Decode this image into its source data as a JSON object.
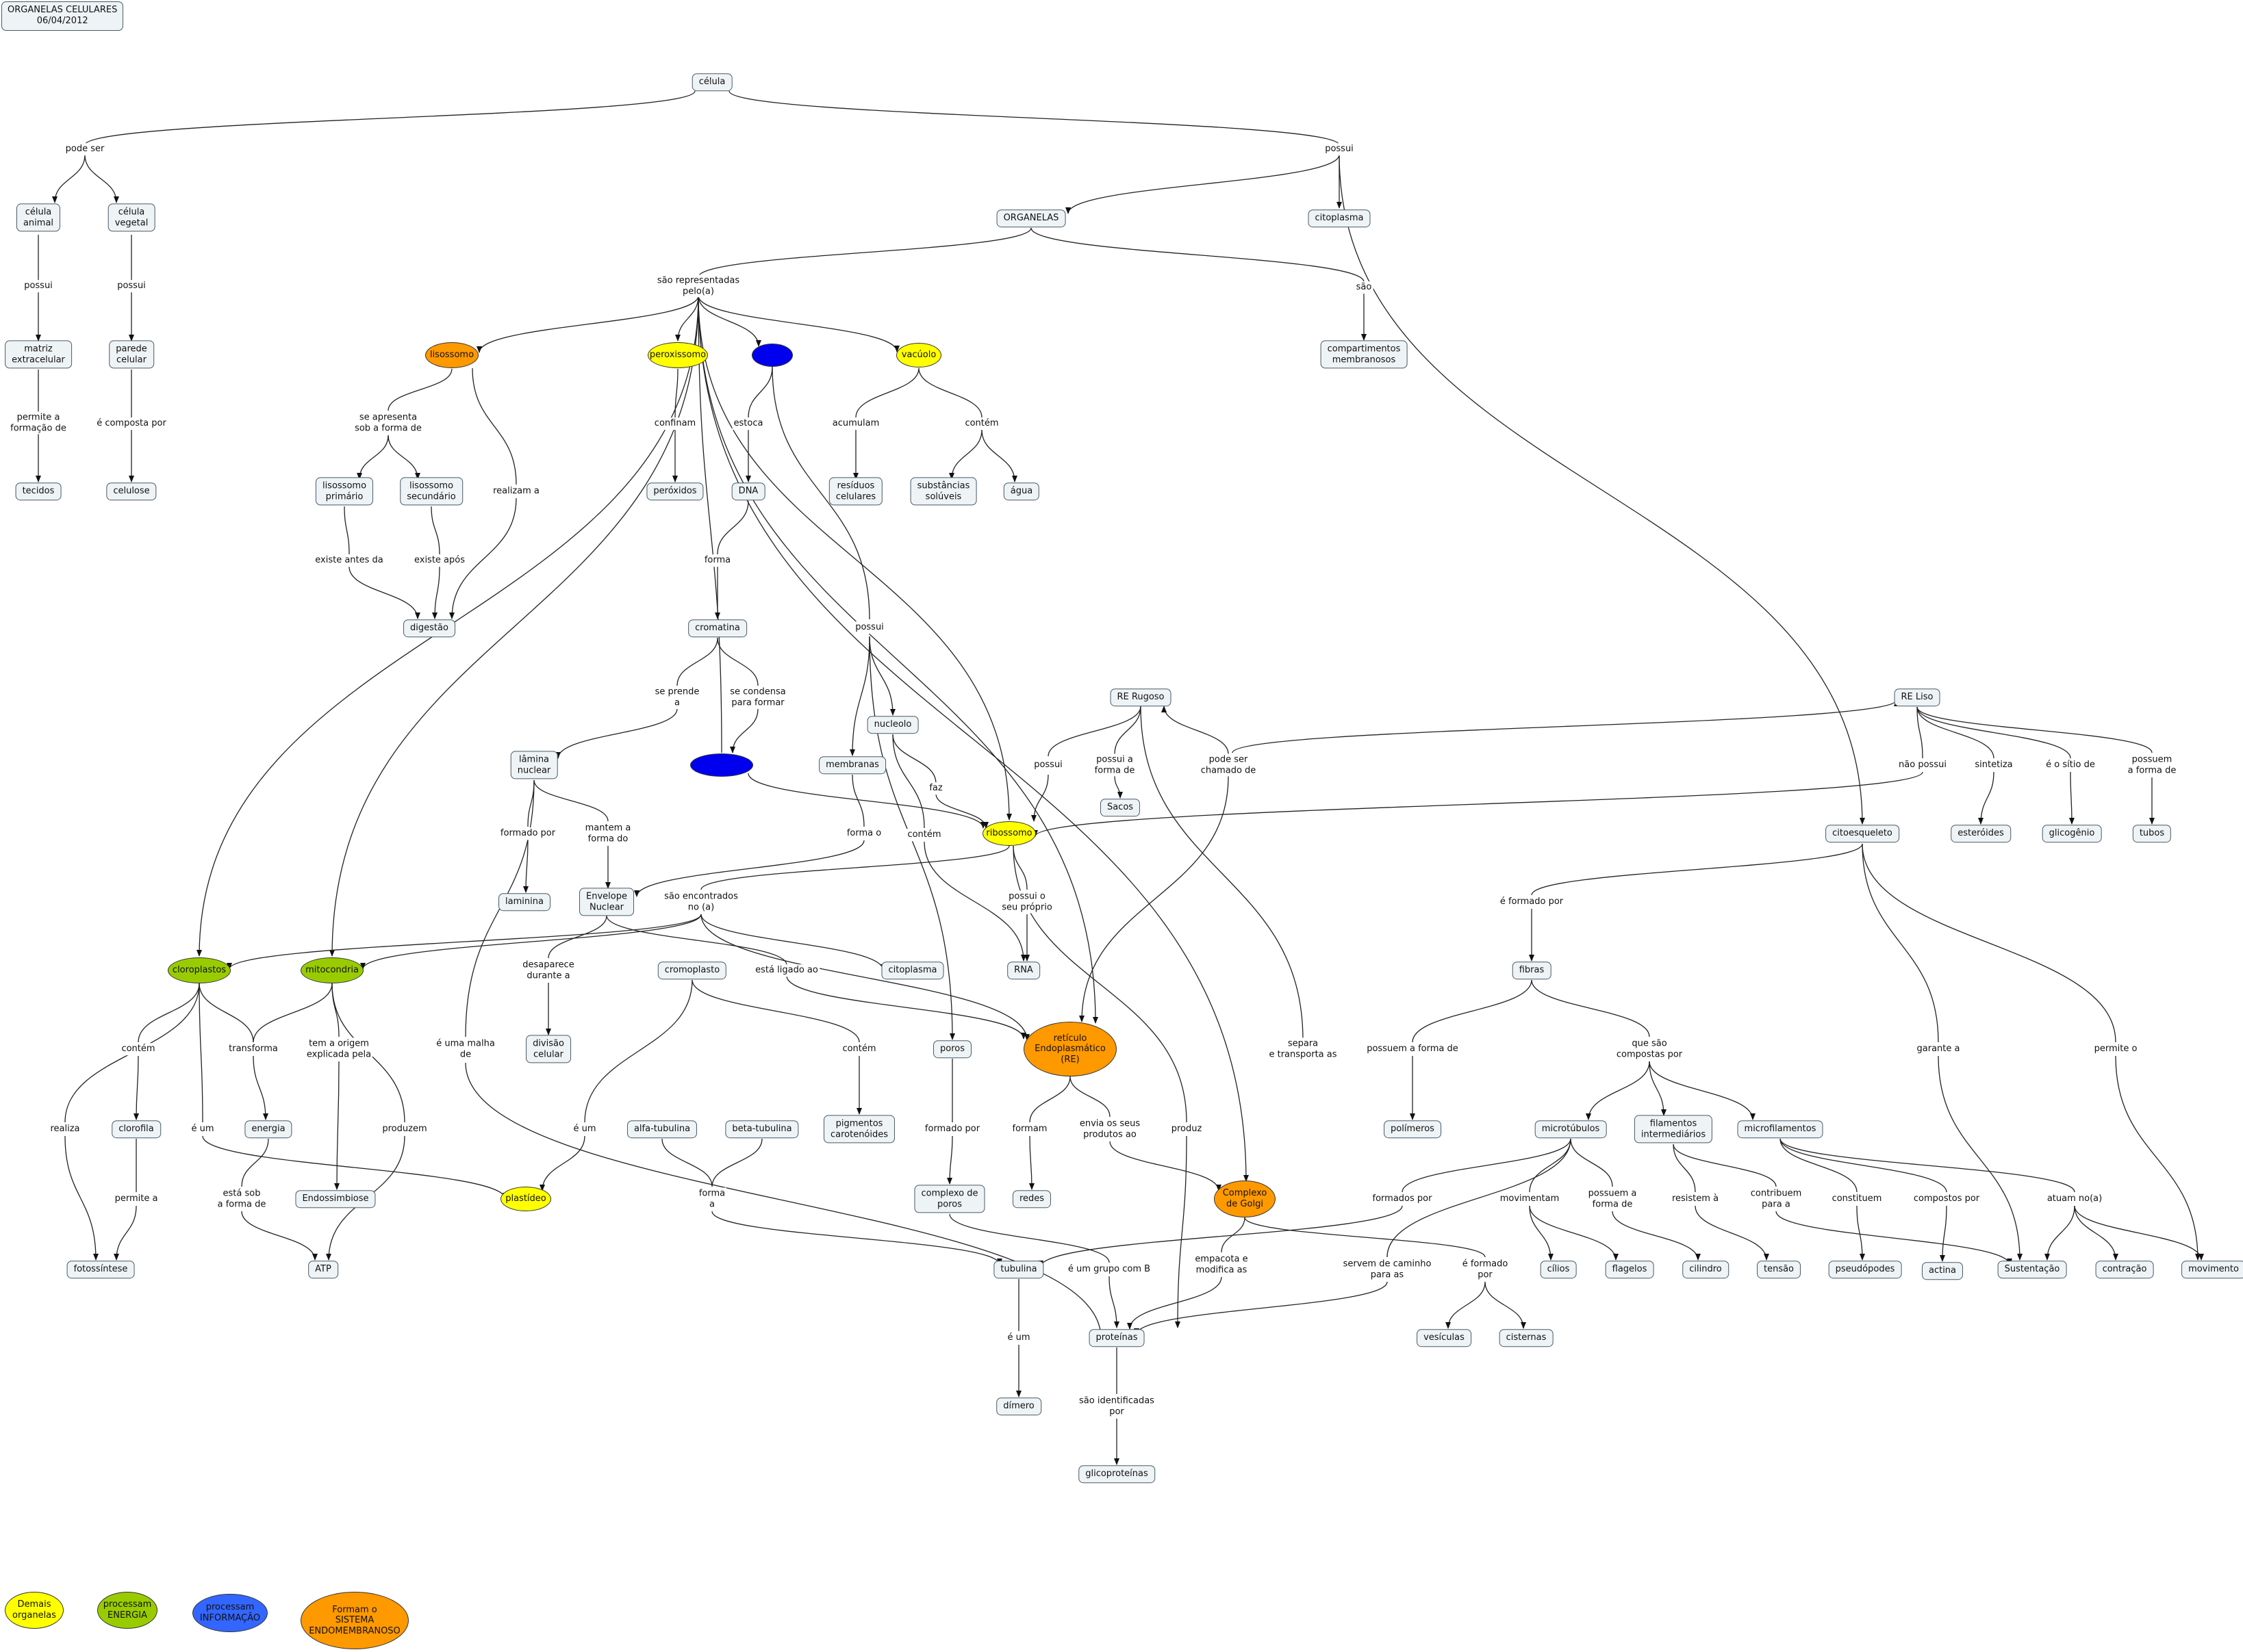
{
  "header": {
    "title": "ORGANELAS CELULARES\n06/04/2012"
  },
  "concepts": {
    "celula": "célula",
    "celula_animal": "célula\nanimal",
    "celula_vegetal": "célula\nvegetal",
    "organelas": "ORGANELAS",
    "citoplasma_top": "citoplasma",
    "matriz": "matriz\nextracelular",
    "parede": "parede\ncelular",
    "compartimentos": "compartimentos\nmembranosos",
    "lisossomo": "lisossomo",
    "peroxissomo": "peroxissomo",
    "nucleo": "",
    "vacuolo": "vacúolo",
    "tecidos": "tecidos",
    "celulose": "celulose",
    "lis_primario": "lisossomo\nprimário",
    "lis_secundario": "lisossomo\nsecundário",
    "peroxidos": "peróxidos",
    "dna": "DNA",
    "residuos": "resíduos\ncelulares",
    "substancias": "substâncias\nsolúveis",
    "agua": "água",
    "digestao": "digestão",
    "cromatina": "cromatina",
    "re_rugoso": "RE Rugoso",
    "re_liso": "RE Liso",
    "lamina": "lâmina\nnuclear",
    "carioteca": "",
    "membranas": "membranas",
    "nucleolo": "nucleolo",
    "sacos": "Sacos",
    "ribossomo": "ribossomo",
    "citoesqueleto": "citoesqueleto",
    "esteroides": "esteróides",
    "glicogenio": "glicogênio",
    "tubos": "tubos",
    "laminina": "laminina",
    "envelope": "Envelope\nNuclear",
    "cloroplastos": "cloroplastos",
    "mitocondria": "mitocondria",
    "cromoplasto": "cromoplasto",
    "citoplasma_mid": "citoplasma",
    "rna": "RNA",
    "fibras": "fibras",
    "divisao": "divisão\ncelular",
    "re": "retículo\nEndoplasmático\n(RE)",
    "poros": "poros",
    "polimeros": "polímeros",
    "clorofila": "clorofila",
    "energia": "energia",
    "alfa": "alfa-tubulina",
    "beta": "beta-tubulina",
    "pigmentos": "pigmentos\ncarotenóides",
    "microtubulos": "microtúbulos",
    "filamentos": "filamentos\nintermediários",
    "microfilamentos": "microfilamentos",
    "endossimbiose": "Endossimbiose",
    "plastideo": "plastídeo",
    "complexo_poros": "complexo de\nporos",
    "redes": "redes",
    "golgi": "Complexo\nde Golgi",
    "fotossintese": "fotossíntese",
    "atp": "ATP",
    "tubulina": "tubulina",
    "cilios": "cílios",
    "flagelos": "flagelos",
    "cilindro": "cilindro",
    "tensao": "tensão",
    "pseudopodes": "pseudópodes",
    "actina": "actina",
    "sustentacao": "Sustentação",
    "contracao": "contração",
    "movimento": "movimento",
    "proteinas": "proteínas",
    "vesiculas": "vesículas",
    "cisternas": "cisternas",
    "dimero": "dímero",
    "glicoproteinas": "glicoproteínas"
  },
  "links": {
    "pode_ser": "pode ser",
    "possui_top": "possui",
    "possui_a": "possui",
    "possui_v": "possui",
    "representadas": "são representadas\npelo(a)",
    "sao": "são",
    "permite_formacao": "permite a\nformação de",
    "composta_por": "é composta por",
    "apresenta": "se apresenta\nsob a forma de",
    "confinam": "confinam",
    "estoca": "estoca",
    "acumulam": "acumulam",
    "contem_vac": "contém",
    "realizam": "realizam a",
    "existe_antes": "existe antes da",
    "existe_apos": "existe após",
    "forma_dna": "forma",
    "possui_nuc": "possui",
    "se_prende": "se prende\na",
    "se_condensa": "se condensa\npara formar",
    "possui_rer": "possui",
    "possui_forma_rer": "possui a\nforma de",
    "pode_ser_chamado": "pode ser\nchamado de",
    "nao_possui": "não possui",
    "sintetiza": "sintetiza",
    "sitio": "é o sítio de",
    "possuem_forma": "possuem\na forma de",
    "formado_por_lam": "formado por",
    "mantem": "mantem a\nforma do",
    "faz": "faz",
    "forma_o": "forma o",
    "contem_nucl": "contém",
    "sao_encontrados": "são encontrados\nno (a)",
    "possui_proprio": "possui o\nseu próprio",
    "e_formado_por": "é formado por",
    "desaparece": "desaparece\ndurante a",
    "esta_ligado": "está ligado ao",
    "contem_cl": "contém",
    "transforma": "transforma",
    "origem": "tem a origem\nexplicada pela",
    "e_uma_malha": "é uma malha\nde",
    "contem_cromo": "contém",
    "separa": "separa\ne transporta as",
    "possuem_forma_de": "possuem a forma de",
    "que_sao": "que são\ncompostas por",
    "garante": "garante a",
    "permite_o": "permite o",
    "realiza": "realiza",
    "e_um_cl": "é um",
    "produzem": "produzem",
    "e_um_cromo": "é um",
    "formam": "formam",
    "envia": "envia os seus\nprodutos ao",
    "produz": "produz",
    "formado_por_poros": "formado por",
    "permite_a": "permite a",
    "esta_sob": "está sob\na forma de",
    "forma_a": "forma\na",
    "formados_por": "formados por",
    "movimentam": "movimentam",
    "possuem_forma_cil": "possuem a\nforma de",
    "resistem": "resistem à",
    "contribuem": "contribuem\npara a",
    "constituem": "constituem",
    "compostos_por": "compostos por",
    "atuam": "atuam no(a)",
    "grupo_b": "é um grupo com B",
    "empacota": "empacota e\nmodifica as",
    "e_formado_por_golgi": "é formado\npor",
    "servem": "servem de caminho\npara as",
    "e_um_tub": "é um",
    "identificadas": "são identificadas\npor"
  },
  "legend": {
    "demais": "Demais\norganelas",
    "energia": "processam\nENERGIA",
    "informacao": "processam\nINFORMAÇÃO",
    "endomembranoso": "Formam o\nSISTEMA\nENDOMEMBRANOSO"
  },
  "colors": {
    "yellow": "#ffff00",
    "green": "#99cc00",
    "blue": "#0000ee",
    "legend_blue": "#3366ff",
    "orange": "#ff9900",
    "node_fill": "#eef3f6",
    "line": "#222222"
  }
}
